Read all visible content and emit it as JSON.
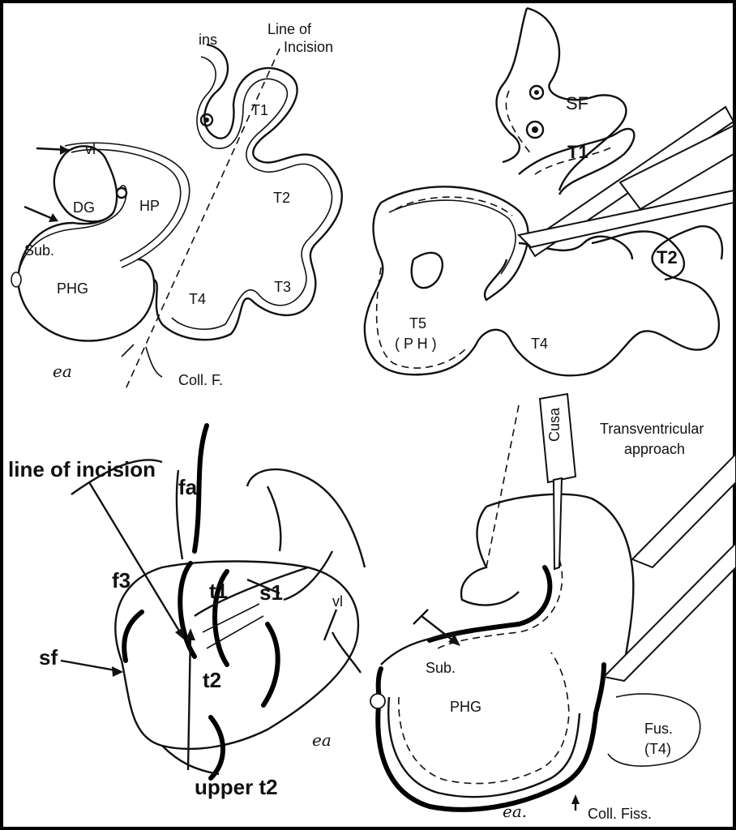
{
  "panel_tl": {
    "labels": {
      "line_of_incision": "Line of\nIncision",
      "ins": "ins",
      "t1": "T1",
      "t2": "T2",
      "t3": "T3",
      "t4": "T4",
      "vl": "vl",
      "dg": "DG",
      "hp": "HP",
      "sub": "Sub.",
      "phg": "PHG",
      "coll_f": "Coll. F.",
      "signature": "ea"
    }
  },
  "panel_tr": {
    "labels": {
      "sf": "SF",
      "t1": "T1",
      "t2": "T2",
      "t5": "T5",
      "ph": "( P H )",
      "t4": "T4"
    }
  },
  "panel_bl": {
    "labels": {
      "line_of_incision": "line of incision",
      "fa": "fa",
      "f3": "f3",
      "t1": "t1",
      "s1": "s1",
      "vl": "vl",
      "sf": "sf",
      "t2": "t2",
      "upper_t2": "upper t2",
      "signature": "ea"
    }
  },
  "panel_br": {
    "labels": {
      "cusa": "Cusa",
      "transventricular": "Transventricular",
      "approach": "approach",
      "sub": "Sub.",
      "phg": "PHG",
      "fus": "Fus.",
      "t4": "(T4)",
      "coll_fiss": "Coll. Fiss.",
      "signature": "ea."
    }
  }
}
